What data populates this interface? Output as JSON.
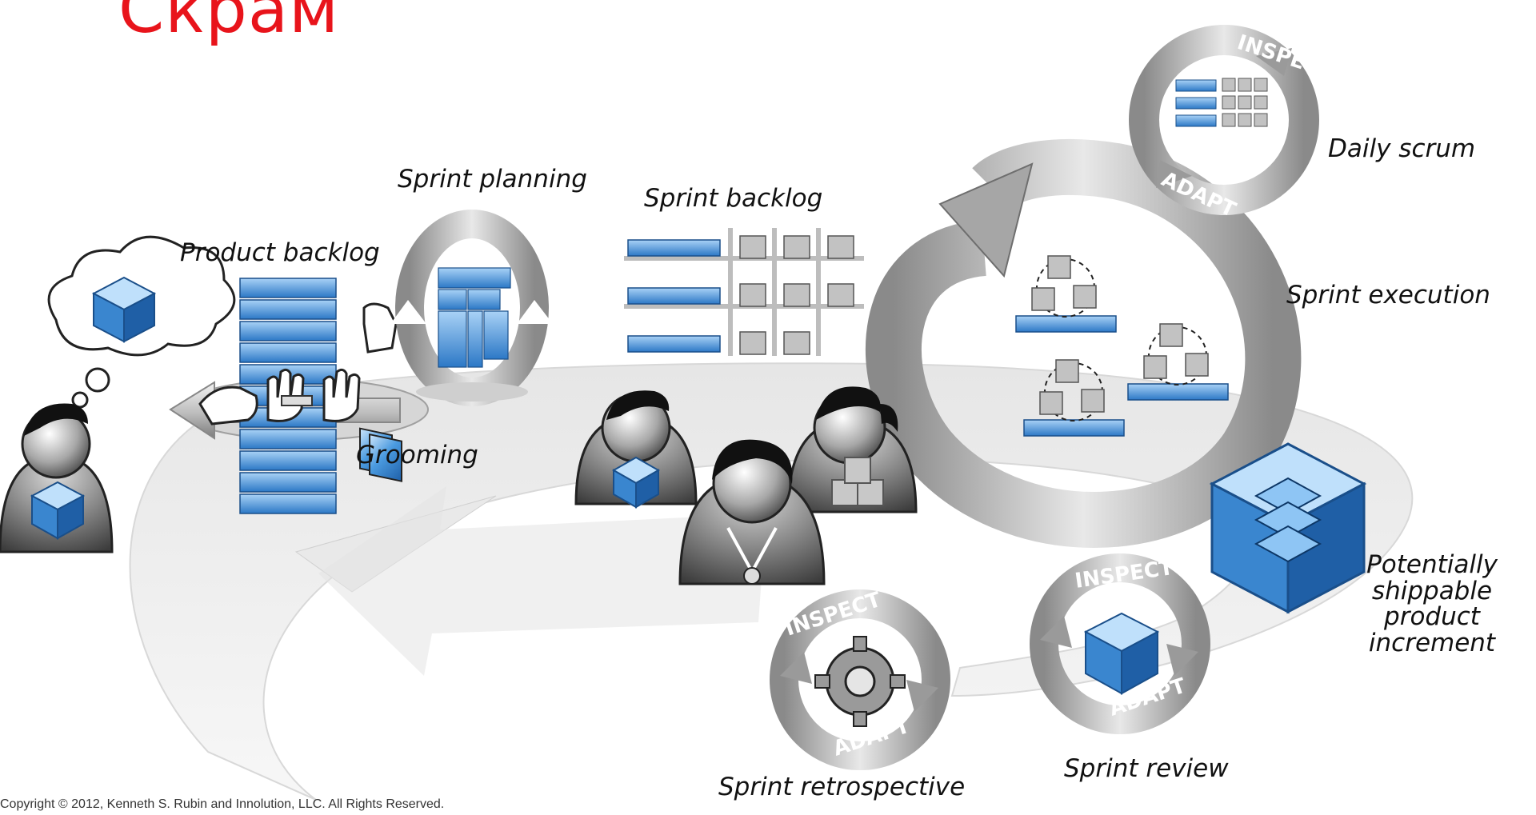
{
  "title": "Скрам",
  "labels": {
    "daily_scrum": "Daily scrum",
    "sprint_planning": "Sprint planning",
    "sprint_backlog": "Sprint backlog",
    "product_backlog": "Product backlog",
    "sprint_execution": "Sprint execution",
    "grooming": "Grooming",
    "potentially_shippable": "Potentially\nshippable product\nincrement",
    "sprint_review": "Sprint review",
    "sprint_retrospective": "Sprint retrospective"
  },
  "cycle_words": {
    "inspect": "INSPECT",
    "adapt": "ADAPT"
  },
  "copyright": "Copyright © 2012, Kenneth S. Rubin and Innolution, LLC. All Rights Reserved.",
  "colors": {
    "title": "#e8141b",
    "accent_blue": "#3a8fd6",
    "gray": "#9a9a9a"
  }
}
